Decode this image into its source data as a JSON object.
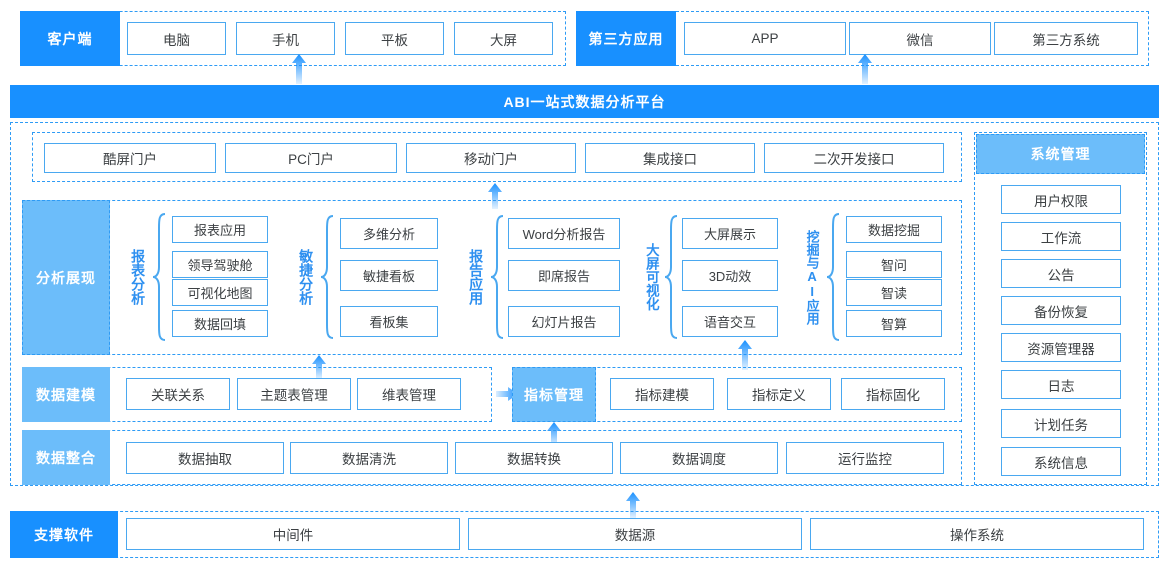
{
  "theme": {
    "accent": "#1890ff",
    "accent_light": "#6cbdfa",
    "cell_border": "#4aa8f0",
    "dash_border": "#2e9bf5",
    "text": "#3c4043"
  },
  "client_row": {
    "label": "客户端",
    "items": [
      "电脑",
      "手机",
      "平板",
      "大屏"
    ]
  },
  "third_party_row": {
    "label": "第三方应用",
    "items": [
      "APP",
      "微信",
      "第三方系统"
    ]
  },
  "platform": {
    "title": "ABI一站式数据分析平台"
  },
  "portal_row": {
    "items": [
      "酷屏门户",
      "PC门户",
      "移动门户",
      "集成接口",
      "二次开发接口"
    ]
  },
  "analysis": {
    "label": "分析展现",
    "groups": [
      {
        "name": "报表分析",
        "items": [
          "报表应用",
          "领导驾驶舱",
          "可视化地图",
          "数据回填"
        ]
      },
      {
        "name": "敏捷分析",
        "items": [
          "多维分析",
          "敏捷看板",
          "看板集"
        ]
      },
      {
        "name": "报告应用",
        "items": [
          "Word分析报告",
          "即席报告",
          "幻灯片报告"
        ]
      },
      {
        "name": "大屏可视化",
        "items": [
          "大屏展示",
          "3D动效",
          "语音交互"
        ]
      },
      {
        "name": "挖掘与AI应用",
        "items": [
          "数据挖掘",
          "智问",
          "智读",
          "智算"
        ]
      }
    ]
  },
  "modeling": {
    "label": "数据建模",
    "items": [
      "关联关系",
      "主题表管理",
      "维表管理"
    ],
    "metric_label": "指标管理",
    "metric_items": [
      "指标建模",
      "指标定义",
      "指标固化"
    ]
  },
  "integration": {
    "label": "数据整合",
    "items": [
      "数据抽取",
      "数据清洗",
      "数据转换",
      "数据调度",
      "运行监控"
    ]
  },
  "system_management": {
    "title": "系统管理",
    "items": [
      "用户权限",
      "工作流",
      "公告",
      "备份恢复",
      "资源管理器",
      "日志",
      "计划任务",
      "系统信息"
    ]
  },
  "support": {
    "label": "支撑软件",
    "items": [
      "中间件",
      "数据源",
      "操作系统"
    ]
  },
  "icons": {
    "arrow_up": "arrow-up-icon",
    "arrow_right": "arrow-right-icon",
    "brace": "curly-brace-icon"
  }
}
